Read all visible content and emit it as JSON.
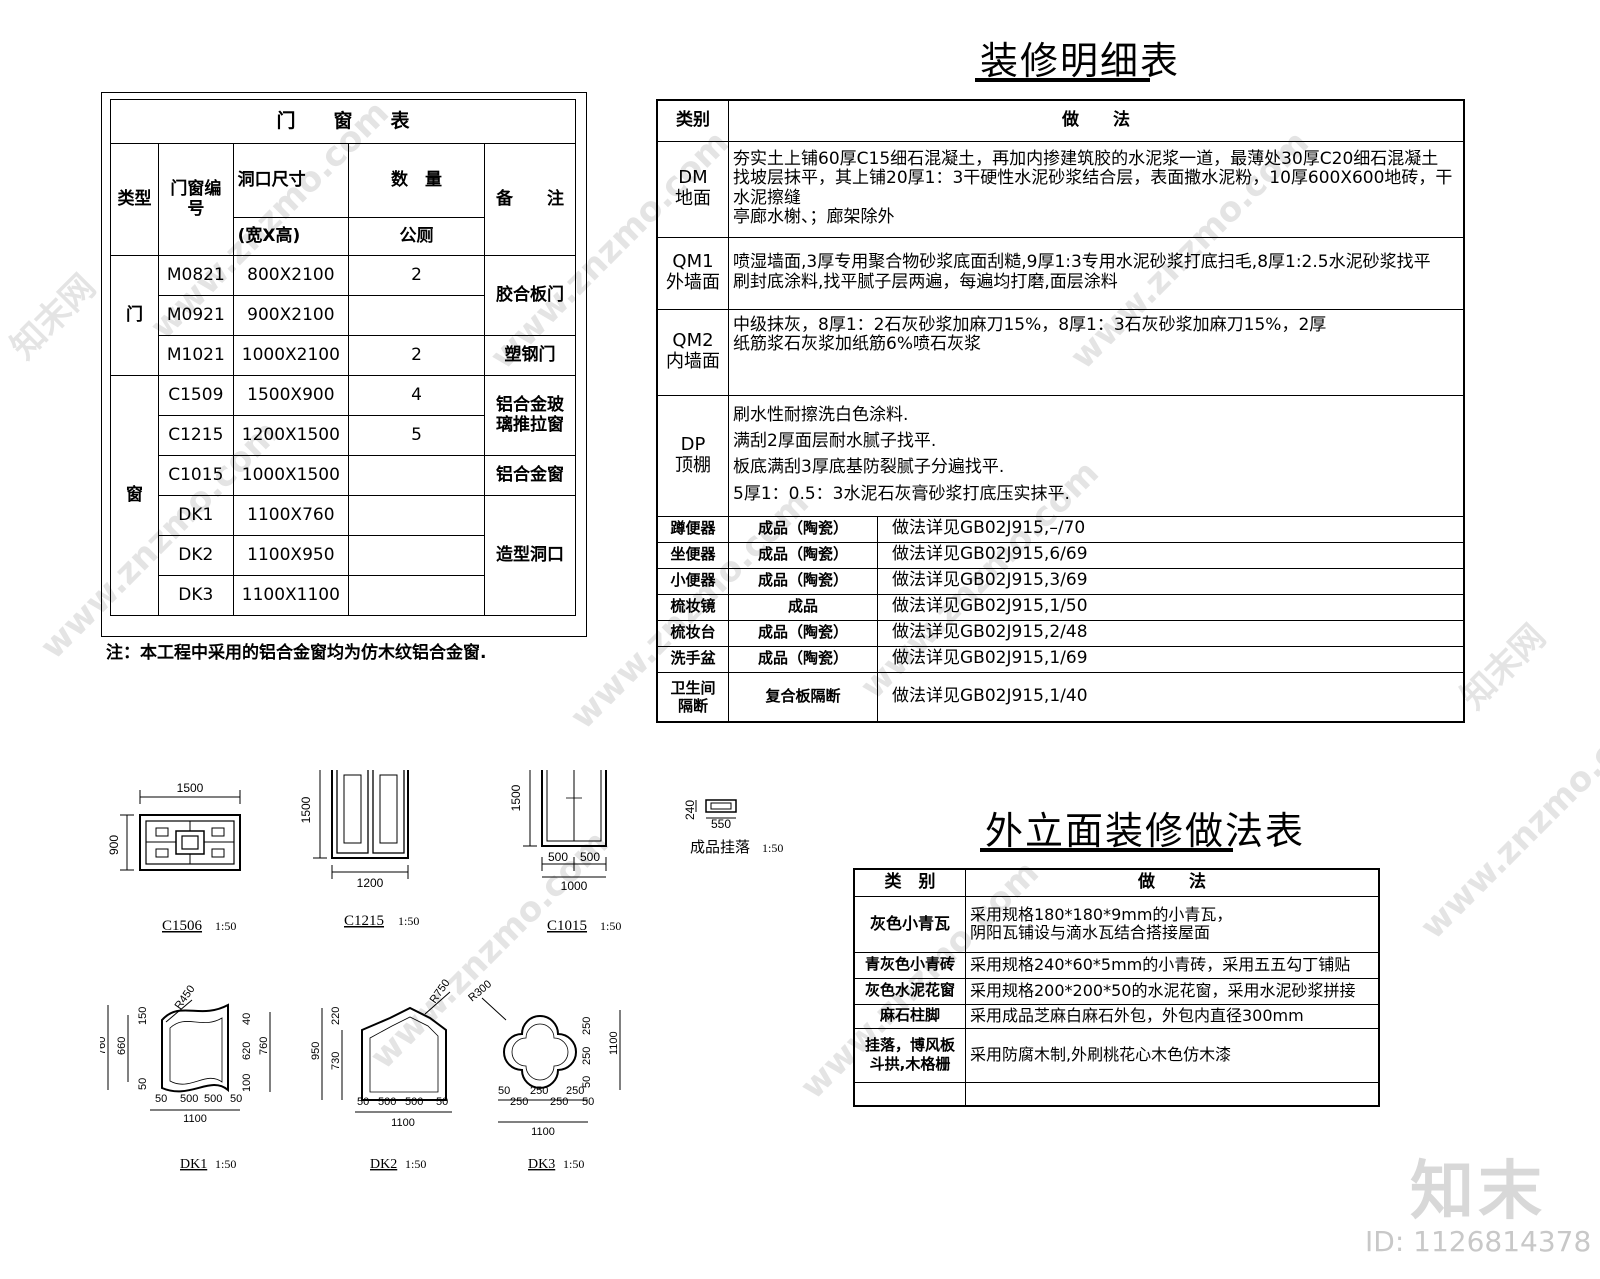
{
  "door_window_table": {
    "title": "门　　窗　　表",
    "headers": {
      "type": "类型",
      "code": "门窗编号",
      "size": "洞口尺寸",
      "size_sub": "(宽X高)",
      "qty": "数　量",
      "qty_sub": "公厕",
      "remark": "备　　注"
    },
    "groups": {
      "door": "门",
      "window": "窗"
    },
    "rows": [
      {
        "code": "M0821",
        "size": "800X2100",
        "qty": "2"
      },
      {
        "code": "M0921",
        "size": "900X2100",
        "qty": ""
      },
      {
        "code": "M1021",
        "size": "1000X2100",
        "qty": "2"
      },
      {
        "code": "C1509",
        "size": "1500X900",
        "qty": "4"
      },
      {
        "code": "C1215",
        "size": "1200X1500",
        "qty": "5"
      },
      {
        "code": "C1015",
        "size": "1000X1500",
        "qty": ""
      },
      {
        "code": "DK1",
        "size": "1100X760",
        "qty": ""
      },
      {
        "code": "DK2",
        "size": "1100X950",
        "qty": ""
      },
      {
        "code": "DK3",
        "size": "1100X1100",
        "qty": ""
      }
    ],
    "remarks": [
      "胶合板门",
      "塑钢门",
      "铝合金玻璃推拉窗",
      "铝合金窗",
      "造型洞口"
    ],
    "note": "注：本工程中采用的铝合金窗均为仿木纹铝合金窗."
  },
  "finish_table": {
    "title": "装修明细表",
    "headers": {
      "type": "类别",
      "method": "做　　法"
    },
    "rows": [
      {
        "type": "DM\n地面",
        "lines": [
          "夯实土上铺60厚C15细石混凝土，再加内掺建筑胶的水泥浆一道，最薄处30厚C20细石混凝土",
          "找坡层抹平，其上铺20厚1：3干硬性水泥砂浆结合层，表面撒水泥粉，10厚600X600地砖，干水泥擦缝",
          "亭廊水榭、；廊架除外"
        ]
      },
      {
        "type": "QM1\n外墙面",
        "lines": [
          "喷湿墙面,3厚专用聚合物砂浆底面刮糙,9厚1:3专用水泥砂浆打底扫毛,8厚1:2.5水泥砂浆找平",
          "刷封底涂料,找平腻子层两遍，每遍均打磨,面层涂料"
        ]
      },
      {
        "type": "QM2\n内墙面",
        "lines": [
          "中级抹灰，8厚1：2石灰砂浆加麻刀15%，8厚1：3石灰砂浆加麻刀15%，2厚",
          "纸筋浆石灰浆加纸筋6%喷石灰浆"
        ]
      },
      {
        "type": "DP\n顶棚",
        "lines": [
          "刷水性耐擦洗白色涂料.",
          "满刮2厚面层耐水腻子找平.",
          "板底满刮3厚底基防裂腻子分遍找平.",
          " 5厚1：0.5：3水泥石灰膏砂浆打底压实抹平."
        ]
      }
    ],
    "fixtures": [
      {
        "name": "蹲便器",
        "kind": "成品（陶瓷）",
        "ref": "做法详见GB02J915,–/70"
      },
      {
        "name": "坐便器",
        "kind": "成品（陶瓷）",
        "ref": "做法详见GB02J915,6/69"
      },
      {
        "name": "小便器",
        "kind": "成品（陶瓷）",
        "ref": "做法详见GB02J915,3/69"
      },
      {
        "name": "梳妆镜",
        "kind": "成品",
        "ref": "做法详见GB02J915,1/50"
      },
      {
        "name": "梳妆台",
        "kind": "成品（陶瓷）",
        "ref": "做法详见GB02J915,2/48"
      },
      {
        "name": "洗手盆",
        "kind": "成品（陶瓷）",
        "ref": "做法详见GB02J915,1/69"
      },
      {
        "name": "卫生间\n隔断",
        "kind": "复合板隔断",
        "ref": "做法详见GB02J915,1/40"
      }
    ]
  },
  "facade_table": {
    "title": "外立面装修做法表",
    "headers": {
      "type": "类　别",
      "method": "做　　法"
    },
    "rows": [
      {
        "type": "灰色小青瓦",
        "lines": [
          "采用规格180*180*9mm的小青瓦，",
          "阴阳瓦铺设与滴水瓦结合搭接屋面"
        ]
      },
      {
        "type": "青灰色小青砖",
        "lines": [
          "采用规格240*60*5mm的小青砖，采用五五勾丁铺贴"
        ]
      },
      {
        "type": "灰色水泥花窗",
        "lines": [
          "采用规格200*200*50的水泥花窗，采用水泥砂浆拼接"
        ]
      },
      {
        "type": "麻石柱脚",
        "lines": [
          "采用成品芝麻白麻石外包，外包内直径300mm"
        ]
      },
      {
        "type": "挂落，博风板\n斗拱,木格栅",
        "lines": [
          "采用防腐木制,外刷桃花心木色仿木漆"
        ]
      }
    ]
  },
  "drawings": {
    "C1506": {
      "label": "C1506",
      "scale": "1:50",
      "w": "1500",
      "h": "900"
    },
    "C1215": {
      "label": "C1215",
      "scale": "1:50",
      "w": "1200",
      "h": "1500"
    },
    "C1015": {
      "label": "C1015",
      "scale": "1:50",
      "w1": "500",
      "w2": "500",
      "w": "1000",
      "h": "1500"
    },
    "hanger": {
      "label": "成品挂落",
      "scale": "1:50",
      "w": "550",
      "h": "240"
    },
    "DK1": {
      "label": "DK1",
      "scale": "1:50",
      "r": "R450",
      "dims": [
        "50",
        "500",
        "500",
        "50",
        "1100",
        "760",
        "660",
        "150",
        "50",
        "40",
        "620",
        "100",
        "760"
      ]
    },
    "DK2": {
      "label": "DK2",
      "scale": "1:50",
      "r": "R750",
      "dims": [
        "50",
        "500",
        "500",
        "50",
        "1100",
        "950",
        "730",
        "220"
      ]
    },
    "DK3": {
      "label": "DK3",
      "scale": "1:50",
      "r": "R300",
      "dims": [
        "50",
        "250",
        "250",
        "250",
        "250",
        "50",
        "1100",
        "250",
        "250",
        "50",
        "1100"
      ]
    }
  },
  "watermarks": {
    "brand": "知末",
    "id": "ID: 1126814378",
    "site": "www.znzmo.com",
    "cn": "知末网"
  }
}
